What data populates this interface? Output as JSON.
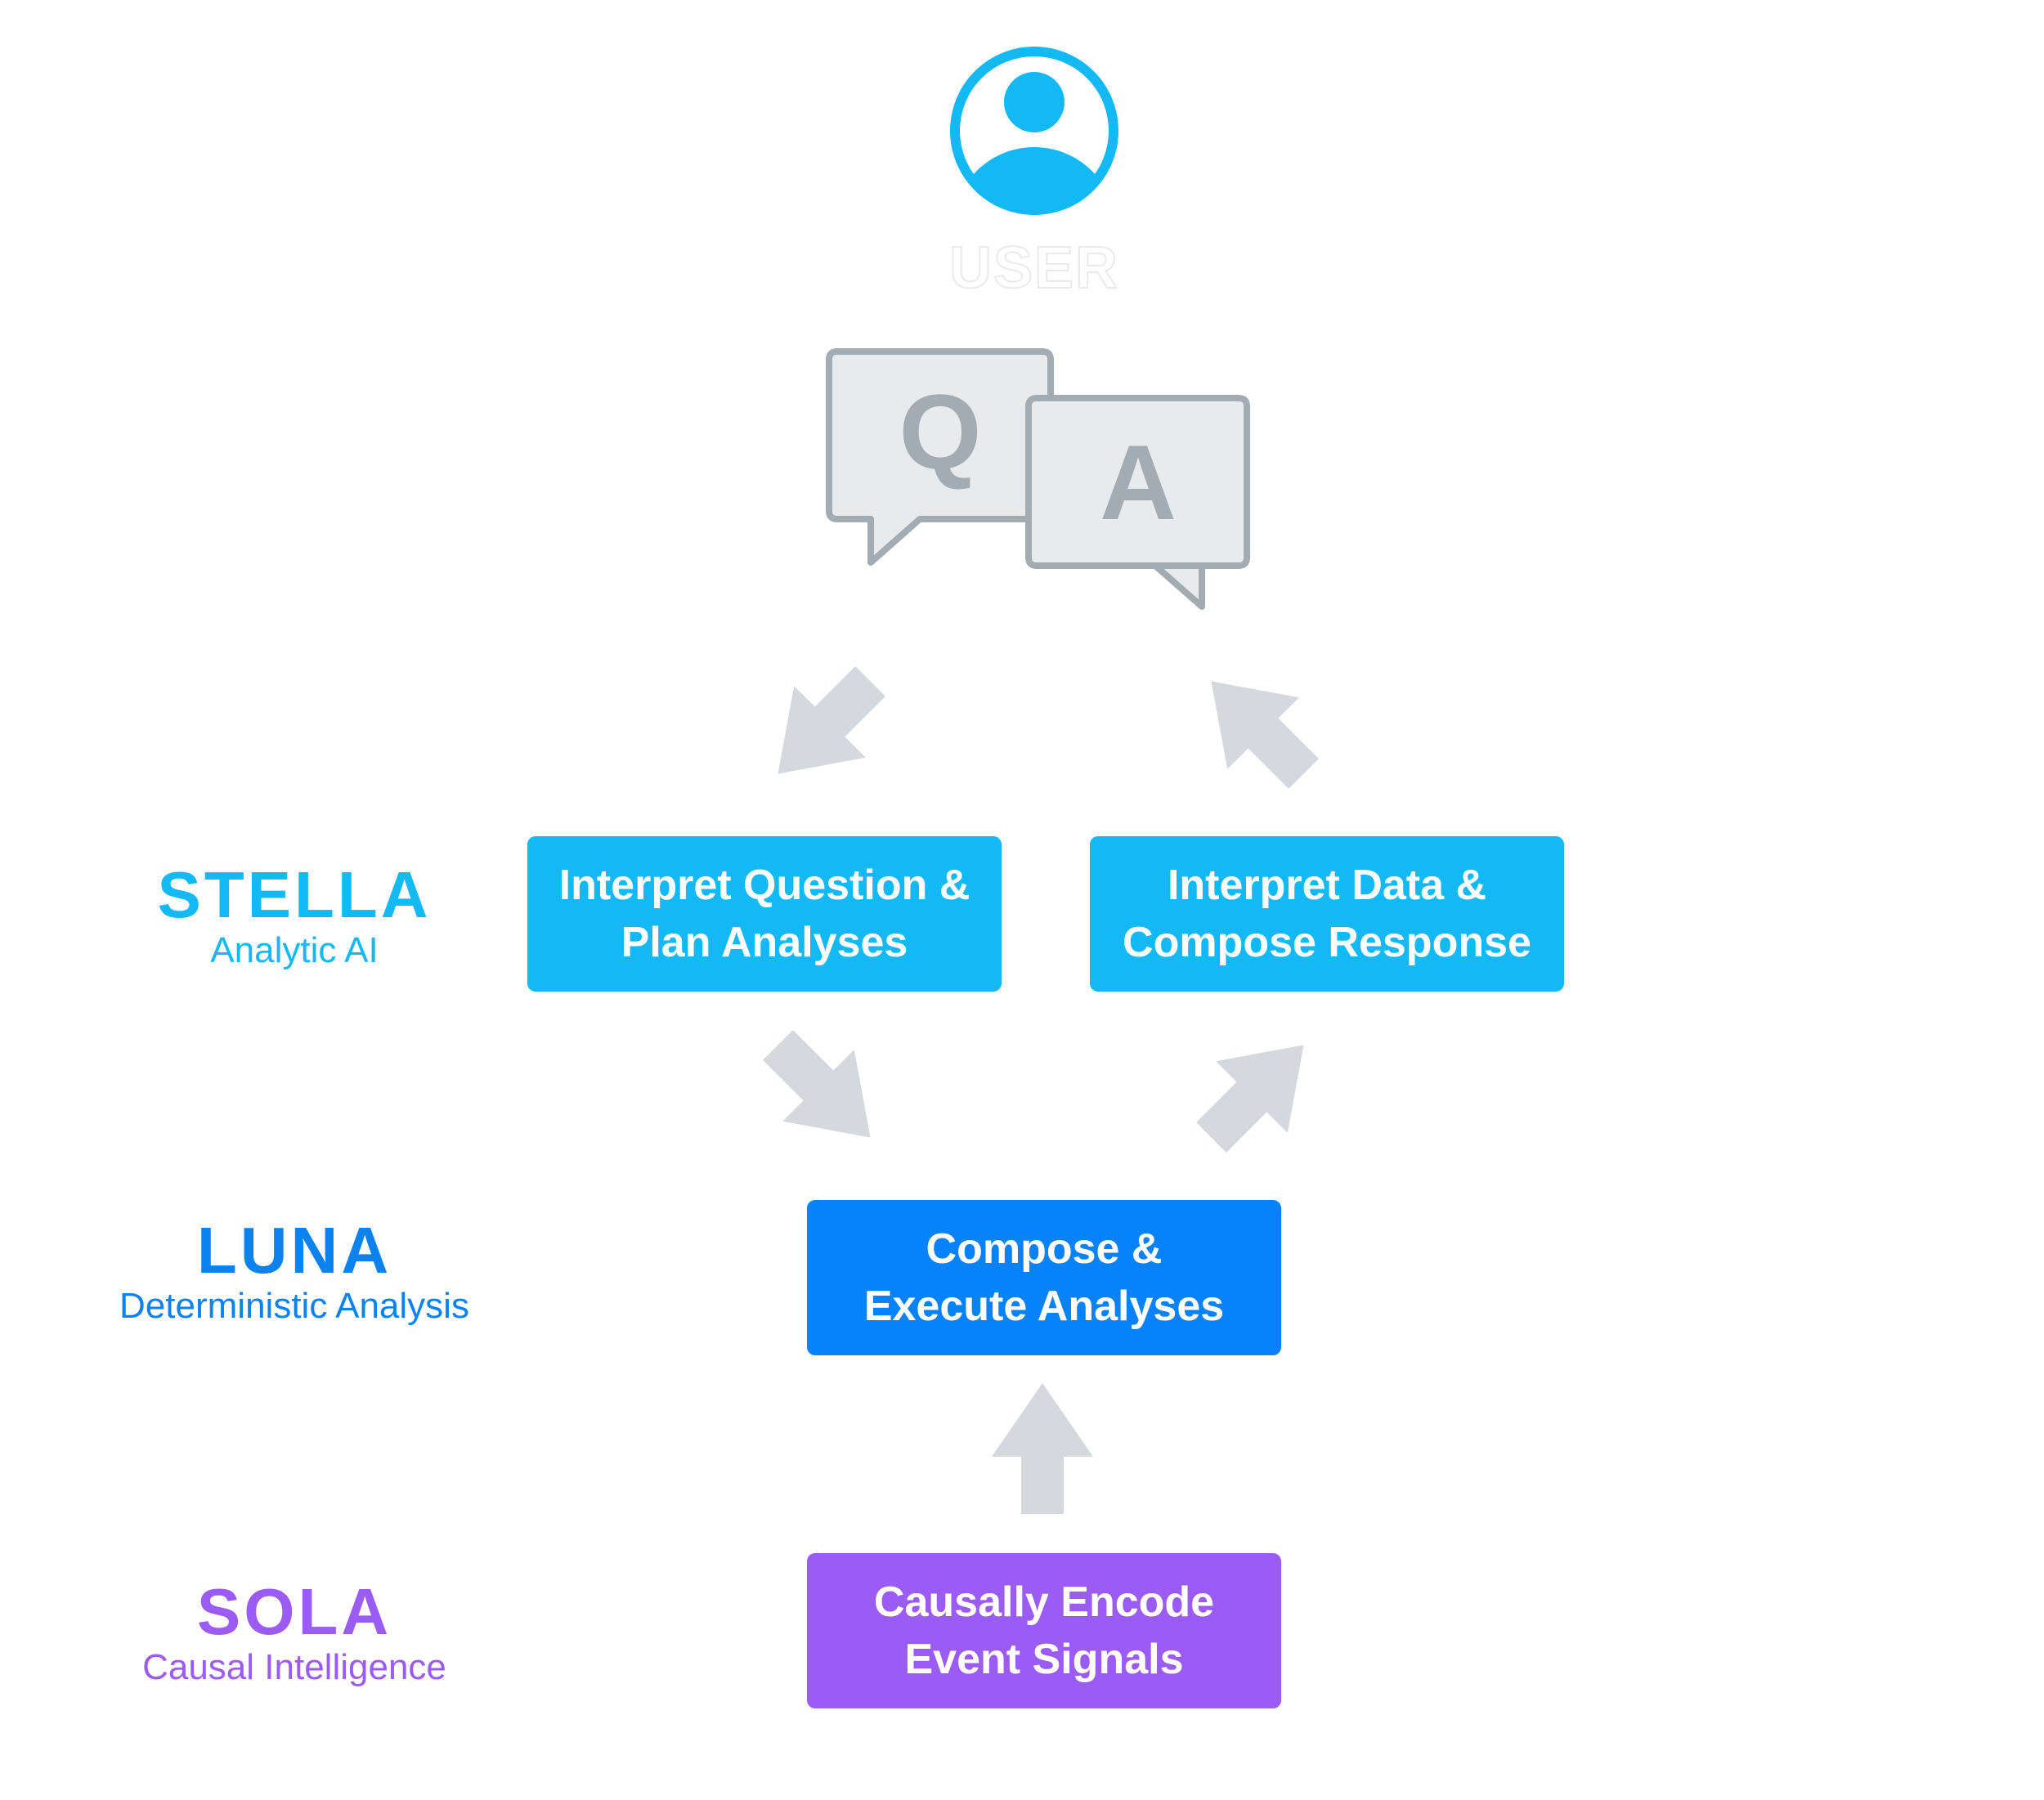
{
  "user": {
    "label": "USER",
    "icon": "user-avatar-icon",
    "color": "#12b9f5"
  },
  "qa": {
    "question_letter": "Q",
    "answer_letter": "A",
    "bubble_fill": "#e8ebee",
    "bubble_stroke": "#a4acb3"
  },
  "layers": [
    {
      "name": "STELLA",
      "subtitle": "Analytic AI",
      "color": "#12b9f5"
    },
    {
      "name": "LUNA",
      "subtitle": "Deterministic Analysis",
      "color": "#0b82f0"
    },
    {
      "name": "SOLA",
      "subtitle": "Causal Intelligence",
      "color": "#9b5cf6"
    }
  ],
  "boxes": {
    "interpret_question": {
      "line1": "Interpret Question &",
      "line2": "Plan Analyses",
      "color": "#12b9f5"
    },
    "interpret_data": {
      "line1": "Interpret Data &",
      "line2": "Compose Response",
      "color": "#12b9f5"
    },
    "compose_execute": {
      "line1": "Compose &",
      "line2": "Execute Analyses",
      "color": "#0782f9"
    },
    "causally_encode": {
      "line1": "Causally Encode",
      "line2": "Event Signals",
      "color": "#9b5cf6"
    }
  },
  "arrow_color": "#d5d9dd"
}
